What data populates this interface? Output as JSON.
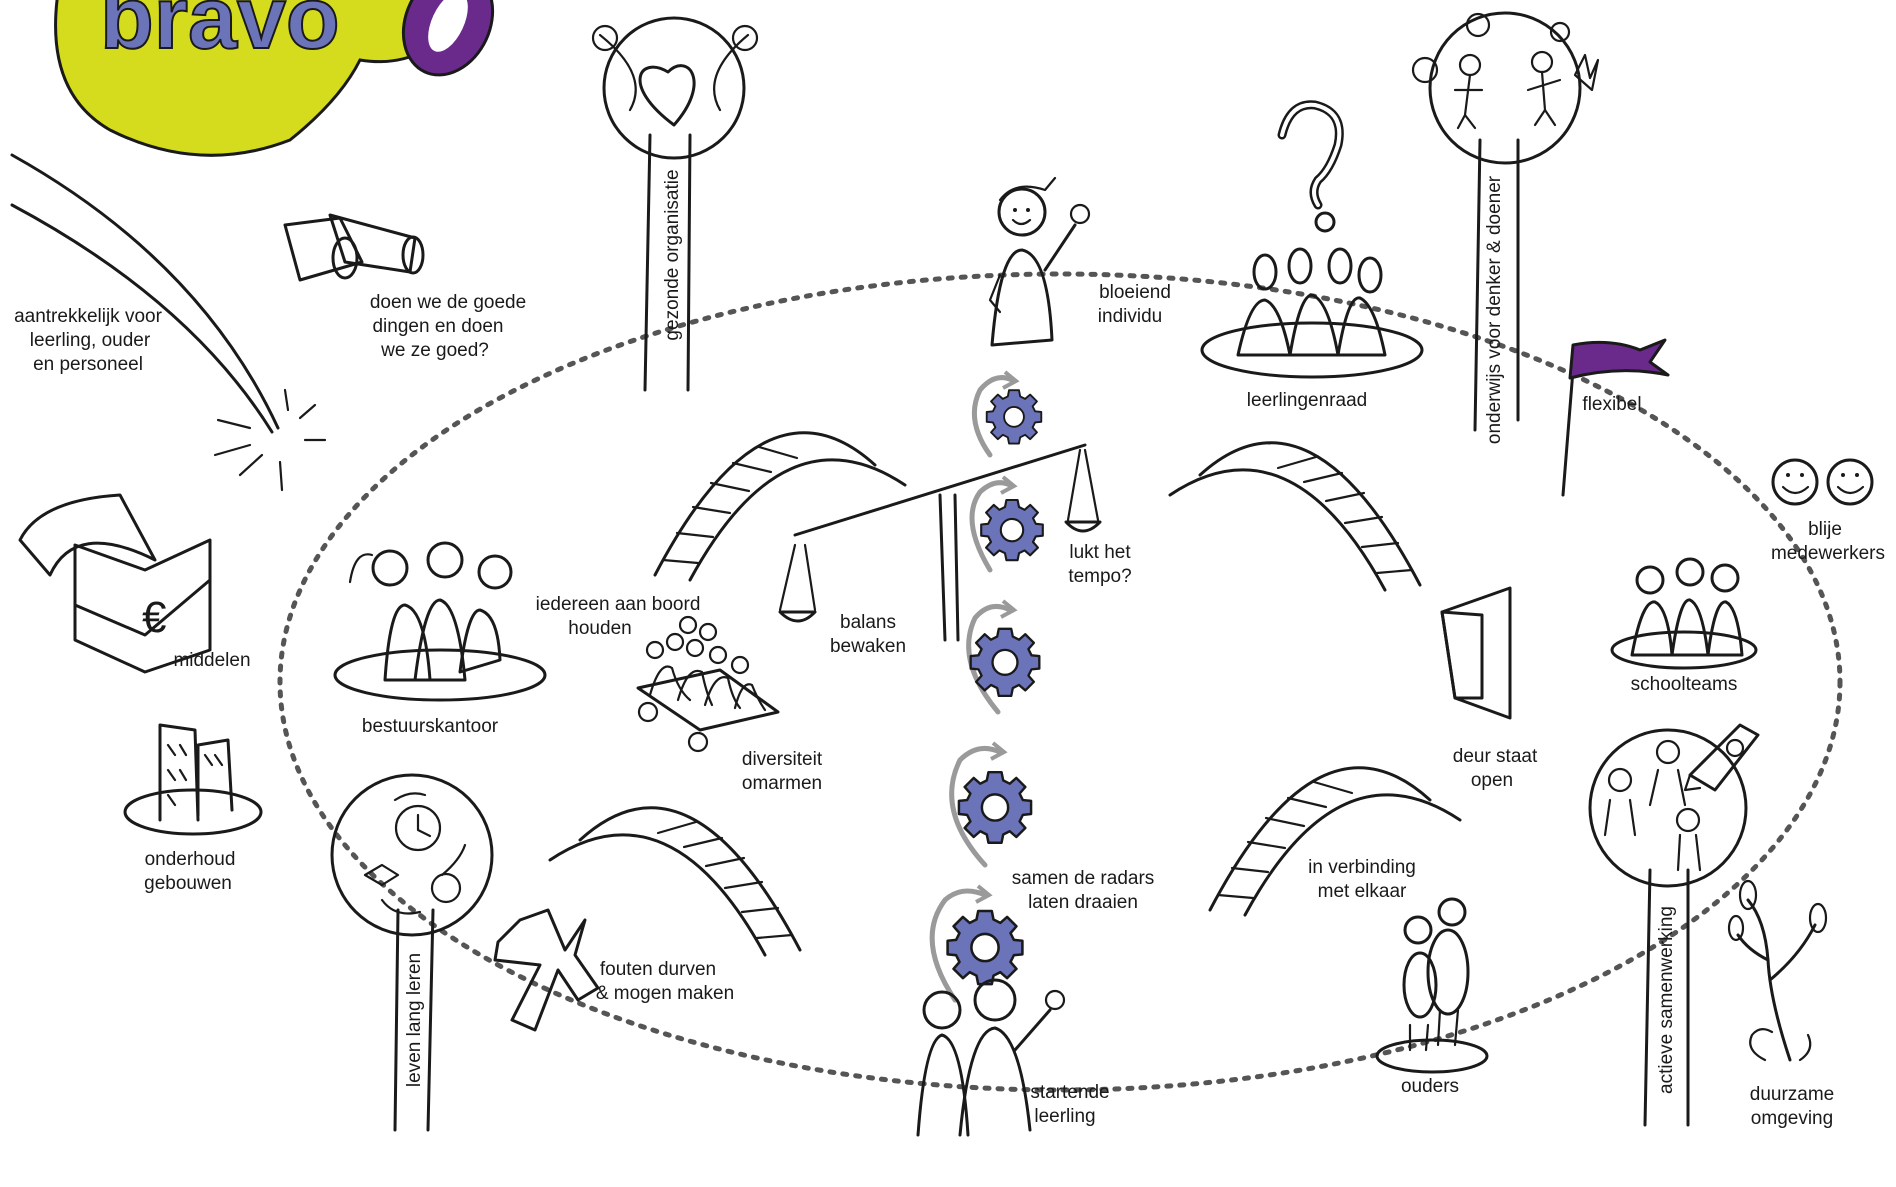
{
  "logo": {
    "text": "bravo"
  },
  "colors": {
    "lime": "#d5dc1e",
    "purple": "#6a2a8c",
    "blue": "#6b74b8",
    "gray": "#9a9a9a",
    "ink": "#1a1a1a"
  },
  "labels": {
    "aantrekkelijk": [
      "aantrekkelijk voor",
      "leerling, ouder",
      "en personeel"
    ],
    "goede_dingen": [
      "doen we de goede",
      "dingen en doen",
      "we ze goed?"
    ],
    "gezonde_organisatie": "gezonde organisatie",
    "bloeiend": [
      "bloeiend",
      "individu"
    ],
    "leerlingenraad": "leerlingenraad",
    "denker_doener": "onderwijs voor denker & doener",
    "flexibel": "flexibel",
    "blije": [
      "blije",
      "medewerkers"
    ],
    "middelen": "middelen",
    "bestuurskantoor": "bestuurskantoor",
    "iedereen": [
      "iedereen aan boord",
      "houden"
    ],
    "balans": [
      "balans",
      "bewaken"
    ],
    "lukt": [
      "lukt het",
      "tempo?"
    ],
    "diversiteit": [
      "diversiteit",
      "omarmen"
    ],
    "deur": [
      "deur staat",
      "open"
    ],
    "schoolteams": "schoolteams",
    "onderhoud": [
      "onderhoud",
      "gebouwen"
    ],
    "radars": [
      "samen de radars",
      "laten draaien"
    ],
    "verbinding": [
      "in verbinding",
      "met elkaar"
    ],
    "leven_lang": "leven lang leren",
    "fouten": [
      "fouten durven",
      "& mogen maken"
    ],
    "startende": [
      "startende",
      "leerling"
    ],
    "ouders": "ouders",
    "actieve": "actieve samenwerking",
    "duurzame": [
      "duurzame",
      "omgeving"
    ]
  },
  "icons": [
    "heart-tree-icon",
    "thinking-people-tree-icon",
    "question-mark-icon",
    "telescope-icon",
    "treasure-chest-icon",
    "buildings-icon",
    "scale-icon",
    "gear-icon",
    "bridge-icon",
    "door-icon",
    "flag-icon",
    "smiley-icon",
    "cross-icon",
    "rocket-icon",
    "plant-icon",
    "clock-gear-cap-tree-icon"
  ]
}
